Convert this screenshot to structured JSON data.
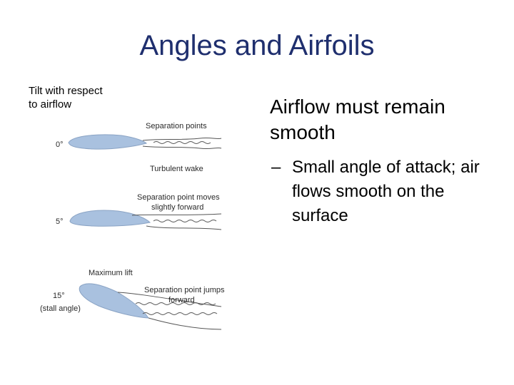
{
  "slide": {
    "title": "Angles and Airfoils",
    "side_label": "Tilt with respect to airflow",
    "bullet_main": "Airflow must remain smooth",
    "bullet_sub_marker": "–",
    "bullet_sub": "Small angle of attack; air flows smooth on the surface"
  },
  "diagram": {
    "panels": [
      {
        "angle": "0°",
        "annotations": [
          "Separation points",
          "Turbulent wake"
        ]
      },
      {
        "angle": "5°",
        "annotations": [
          "Separation point moves",
          "slightly forward"
        ]
      },
      {
        "angle": "15°",
        "angle_note": "(stall angle)",
        "annotations": [
          "Maximum lift",
          "Separation point jumps",
          "forward"
        ]
      }
    ],
    "colors": {
      "airfoil": "#a9c1df",
      "airfoil_edge": "#8aa3c4",
      "wake": "#555555"
    }
  }
}
